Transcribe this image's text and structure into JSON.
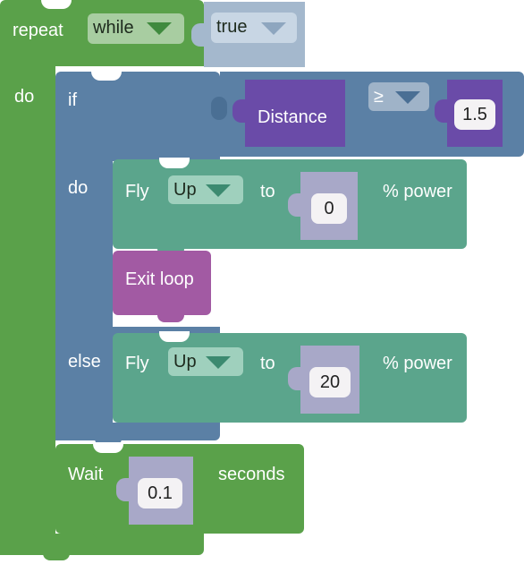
{
  "repeat_block": {
    "label": "repeat",
    "mode": "while",
    "condition": "true",
    "do_label": "do"
  },
  "if_block": {
    "if_label": "if",
    "do_label": "do",
    "else_label": "else",
    "condition": {
      "sensor": "Distance",
      "operator": "≥",
      "value": "1.5"
    }
  },
  "fly_then": {
    "label": "Fly",
    "direction": "Up",
    "to_label": "to",
    "value": "0",
    "unit": "% power"
  },
  "exit_loop": {
    "label": "Exit loop"
  },
  "fly_else": {
    "label": "Fly",
    "direction": "Up",
    "to_label": "to",
    "value": "20",
    "unit": "% power"
  },
  "wait_block": {
    "label": "Wait",
    "value": "0.1",
    "unit": "seconds"
  },
  "colors": {
    "control_green": "#5aa14a",
    "logic_blue": "#5b80a5",
    "sensor_purple": "#6a4ba8",
    "motion_teal": "#5ba58c",
    "exit_magenta": "#a25aa3",
    "input_slot": "#a8a8c8"
  }
}
